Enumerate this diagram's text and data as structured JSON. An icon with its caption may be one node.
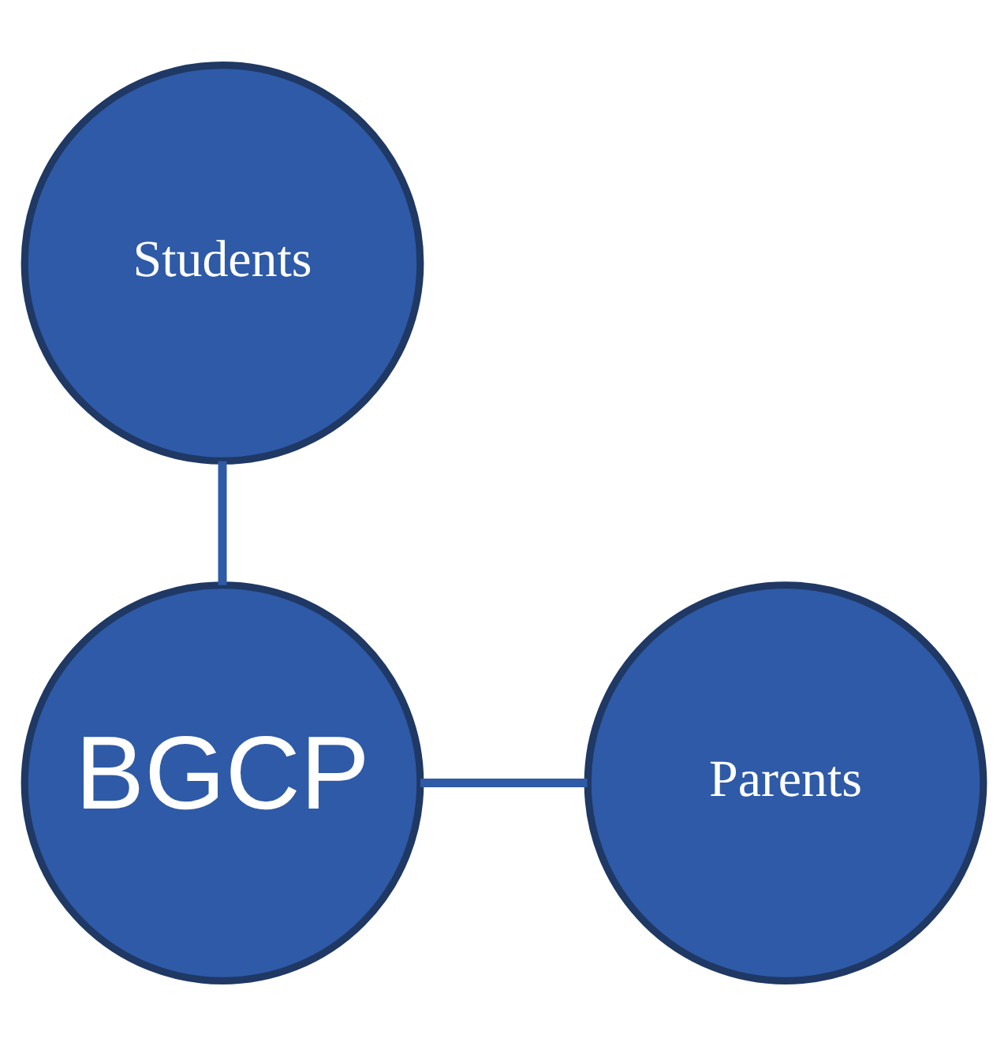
{
  "diagram": {
    "nodes": [
      {
        "text": [
          "Students"
        ]
      },
      {
        "text": [
          "Parents"
        ]
      },
      {
        "text": [
          "BGCP"
        ]
      }
    ],
    "edges": [
      {
        "from": 0,
        "to": 2,
        "arrow": "none"
      },
      {
        "from": 2,
        "to": 1,
        "arrow": "none"
      }
    ]
  }
}
